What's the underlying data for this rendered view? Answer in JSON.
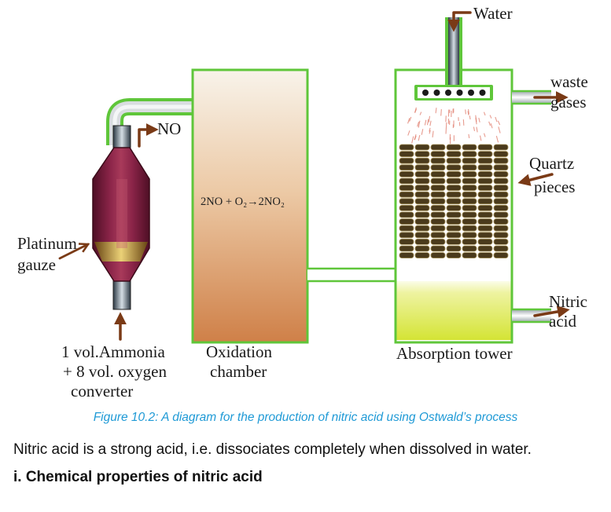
{
  "diagram": {
    "labels": {
      "water": "Water",
      "waste_line1": "waste",
      "waste_line2": "gases",
      "no": "NO",
      "quartz_line1": "Quartz",
      "quartz_line2": "pieces",
      "equation": "2NO + O₂→2NO₂",
      "platinum_line1": "Platinum",
      "platinum_line2": "gauze",
      "nitric_line1": "Nitric",
      "nitric_line2": "acid",
      "feed_line1": "1 vol.Ammonia",
      "feed_line2": "+ 8 vol. oxygen",
      "feed_line3": "converter",
      "oxidation_line1": "Oxidation",
      "oxidation_line2": "chamber",
      "absorption": "Absorption tower"
    },
    "colors": {
      "outline_green": "#5fc63a",
      "arrow_brown": "#7a3a16",
      "converter_maroon": "#7a1d3b",
      "chamber_top": "#f8f3ea",
      "chamber_bottom": "#cf8048",
      "acid_yellow": "#d4e435",
      "quartz": "#4a3a1c"
    }
  },
  "caption": "Figure 10.2: A diagram for the production of nitric acid using Ostwald’s process",
  "paragraph": "Nitric acid is a strong acid, i.e. dissociates completely when dissolved in water.",
  "heading": "i. Chemical properties of nitric acid"
}
